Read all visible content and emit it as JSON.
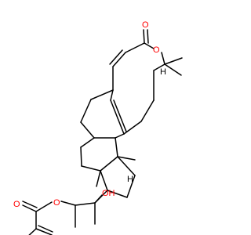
{
  "atoms": {
    "carbonyl_o_top": "O",
    "lactone_o": "O",
    "hydroxyl": "OH",
    "ring_o_left": "O",
    "carbonyl_o_left": "O",
    "stereo_h1": "H",
    "stereo_h2": "H"
  },
  "colors": {
    "bond": "#000000",
    "oxygen": "#ff0000",
    "background": "#ffffff"
  }
}
